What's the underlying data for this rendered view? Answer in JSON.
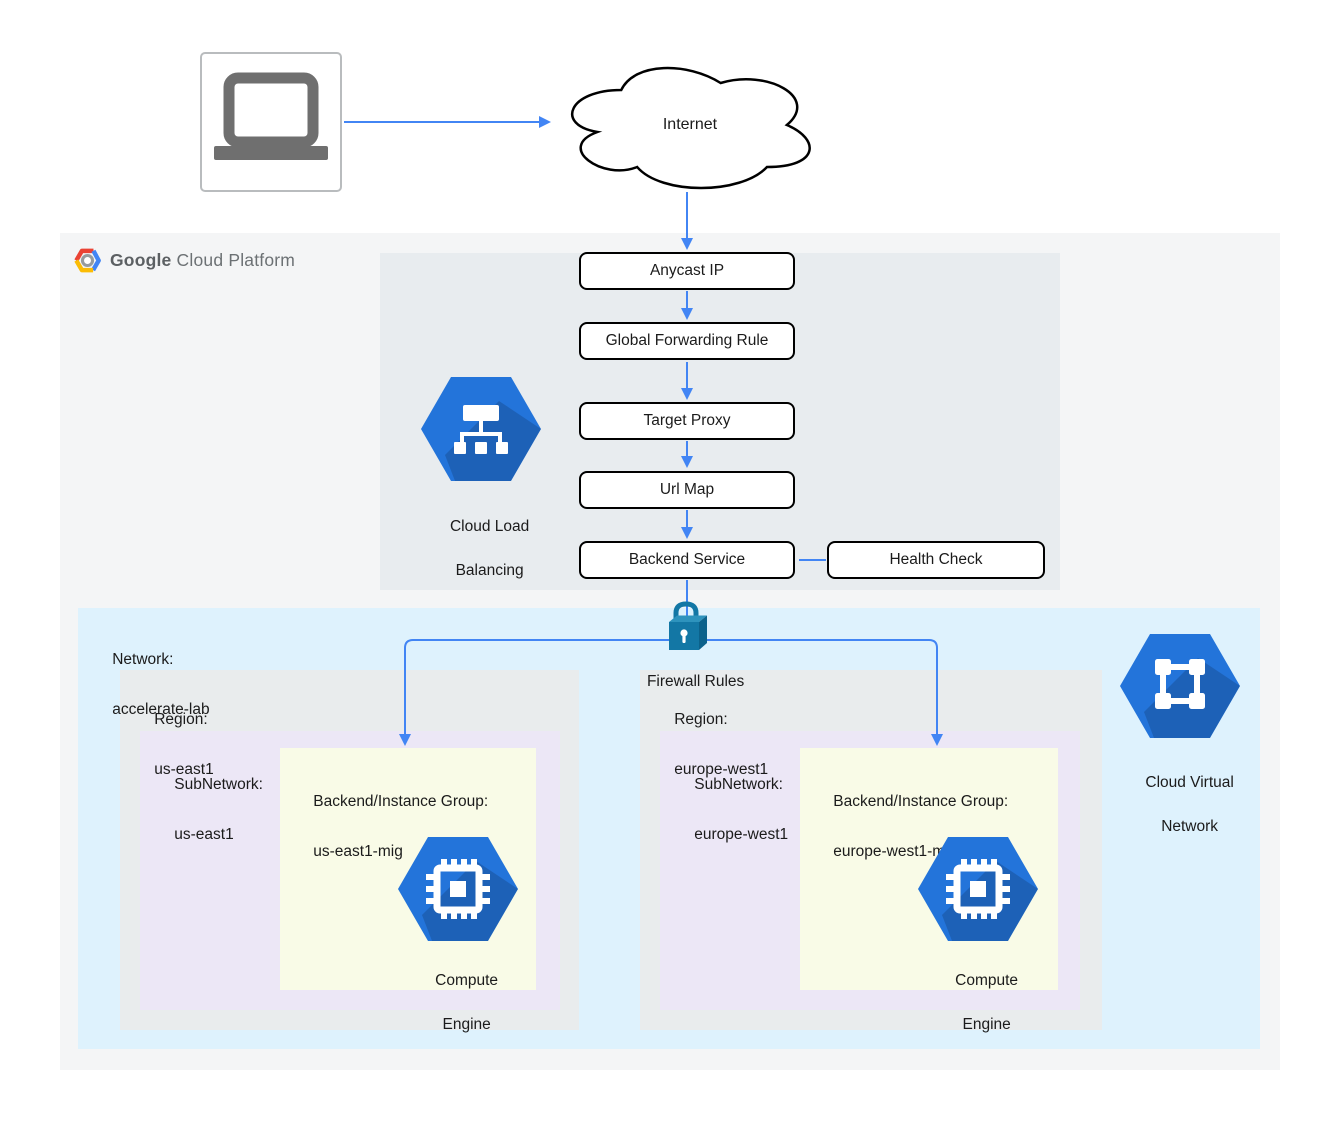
{
  "header": {
    "brand_primary": "Google",
    "brand_secondary": "Cloud Platform"
  },
  "internet": {
    "label": "Internet"
  },
  "flow": {
    "anycast_ip": "Anycast IP",
    "global_forwarding_rule": "Global Forwarding Rule",
    "target_proxy": "Target Proxy",
    "url_map": "Url Map",
    "backend_service": "Backend Service",
    "health_check": "Health Check"
  },
  "icons": {
    "client": "laptop-icon",
    "internet": "cloud-shape",
    "load_balancing": {
      "name": "cloud-load-balancing-icon",
      "label_line1": "Cloud Load",
      "label_line2": "Balancing"
    },
    "firewall": {
      "name": "firewall-lock-icon",
      "label": "Firewall Rules"
    },
    "virtual_network": {
      "name": "cloud-virtual-network-icon",
      "label_line1": "Cloud Virtual",
      "label_line2": "Network"
    }
  },
  "network": {
    "label_line1": "Network:",
    "label_line2": "accelerate-lab",
    "regions": [
      {
        "label_line1": "Region:",
        "label_line2": "us-east1",
        "subnetwork_line1": "SubNetwork:",
        "subnetwork_line2": "us-east1",
        "group_line1": "Backend/Instance Group:",
        "group_line2": "us-east1-mig",
        "compute_line1": "Compute",
        "compute_line2": "Engine"
      },
      {
        "label_line1": "Region:",
        "label_line2": "europe-west1",
        "subnetwork_line1": "SubNetwork:",
        "subnetwork_line2": "europe-west1",
        "group_line1": "Backend/Instance Group:",
        "group_line2": "europe-west1-mig",
        "compute_line1": "Compute",
        "compute_line2": "Engine"
      }
    ]
  },
  "colors": {
    "arrow_blue": "#4285f4",
    "hexagon_blue": "#2374da",
    "hexagon_shadow": "rgba(0,0,0,0.16)",
    "lock_teal": "#1377a5",
    "network_bg": "#def2fd",
    "region_bg": "#e9eced",
    "subnetwork_bg": "#ece7f6",
    "instance_group_bg": "#f9fbe7",
    "lb_container_bg": "#e8ecef",
    "outer_bg": "#f4f5f6",
    "logo_red": "#ea4335",
    "logo_blue": "#4285f4",
    "logo_yellow": "#fbbc05"
  }
}
